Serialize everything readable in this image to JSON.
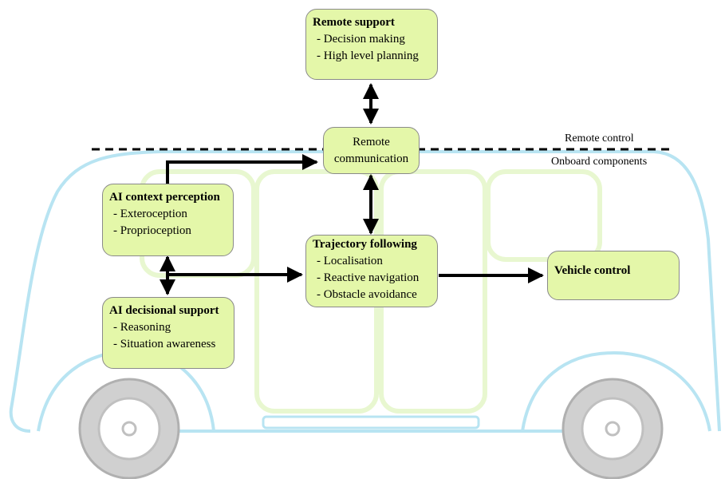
{
  "remote_support": {
    "title": "Remote support",
    "items": [
      "Decision making",
      "High level planning"
    ]
  },
  "remote_communication": {
    "line1": "Remote",
    "line2": "communication"
  },
  "ai_context_perception": {
    "title": "AI context perception",
    "items": [
      "Exteroception",
      "Proprioception"
    ]
  },
  "ai_decisional_support": {
    "title": "AI decisional support",
    "items": [
      "Reasoning",
      "Situation awareness"
    ]
  },
  "trajectory_following": {
    "title": "Trajectory following",
    "items": [
      "Localisation",
      "Reactive navigation",
      "Obstacle avoidance"
    ]
  },
  "vehicle_control": {
    "title": "Vehicle control"
  },
  "zones": {
    "remote_label": "Remote control",
    "onboard_label": "Onboard components"
  },
  "colors": {
    "box_fill": "#e4f7a9",
    "bus_outline": "#b8e4f2",
    "window_outline": "#e8f7d0",
    "wheel": "#c8c8c8"
  }
}
